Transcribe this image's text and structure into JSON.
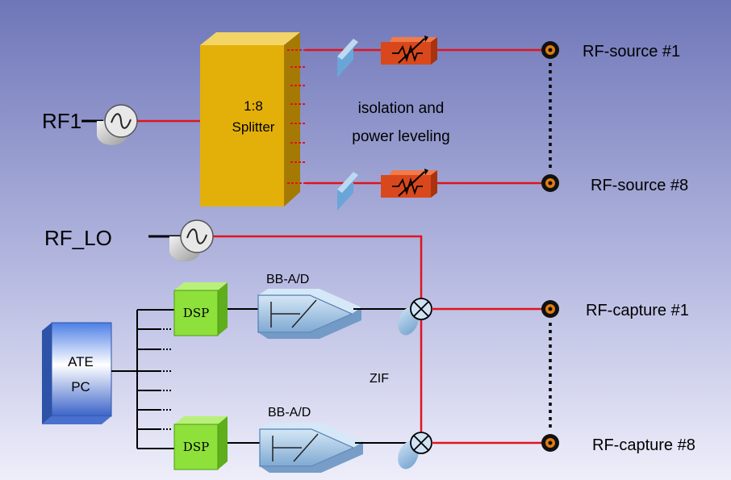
{
  "labels": {
    "rf1": "RF1",
    "rf_lo": "RF_LO",
    "splitter_ratio": "1:8",
    "splitter_name": "Splitter",
    "isolation_line1": "isolation and",
    "isolation_line2": "power leveling",
    "source_1": "RF-source #1",
    "source_8": "RF-source #8",
    "capture_1": "RF-capture #1",
    "capture_8": "RF-capture #8",
    "bbad_top": "BB-A/D",
    "bbad_bottom": "BB-A/D",
    "dsp_top": "DSP",
    "dsp_bottom": "DSP",
    "ate_line1": "ATE",
    "ate_line2": "PC",
    "zif": "ZIF"
  },
  "colors": {
    "background_top": "#6f76b8",
    "background_bottom": "#ffffff",
    "signal_line": "#e0141e",
    "splitter": "#e3b009",
    "attenuator": "#d9481c",
    "dsp": "#8ee03a",
    "adc": "#a9cbe8",
    "ate": "#3f6fd8",
    "port_ring": "#e07b12"
  },
  "icons": [
    "rf-generator-icon",
    "splitter-block",
    "isolator-icon",
    "variable-attenuator-icon",
    "rf-port-icon",
    "mixer-icon",
    "adc-icon",
    "dsp-chip-icon",
    "ate-pc-icon"
  ]
}
